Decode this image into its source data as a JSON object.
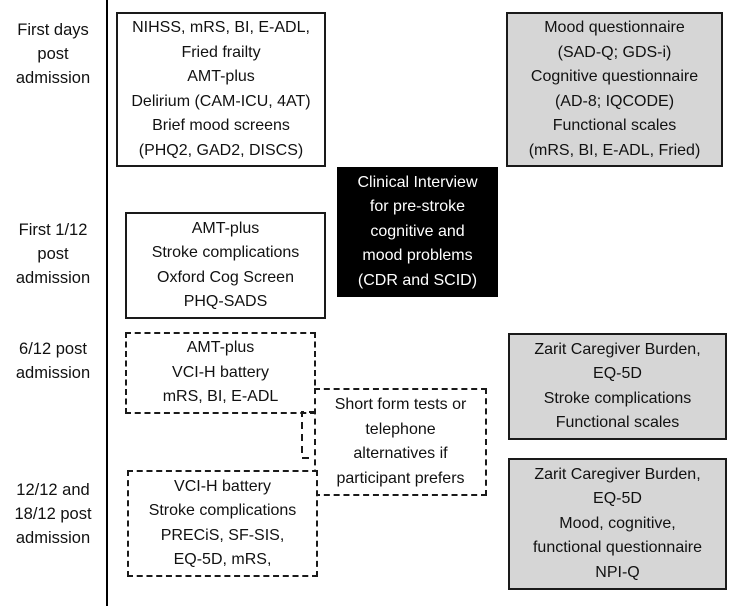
{
  "timepoints": [
    {
      "lines": [
        "First days",
        "post",
        "admission"
      ]
    },
    {
      "lines": [
        "First 1/12",
        "post",
        "admission"
      ]
    },
    {
      "lines": [
        "6/12 post",
        "admission"
      ]
    },
    {
      "lines": [
        "12/12 and",
        "18/12 post",
        "admission"
      ]
    }
  ],
  "boxes": {
    "early_assessments": {
      "lines": [
        "NIHSS, mRS, BI, E-ADL,",
        "Fried frailty",
        "AMT-plus",
        "Delirium (CAM-ICU, 4AT)",
        "Brief mood screens",
        "(PHQ2, GAD2, DISCS)"
      ]
    },
    "informant_questionnaires": {
      "lines": [
        "Mood questionnaire",
        "(SAD-Q; GDS-i)",
        "Cognitive questionnaire",
        "(AD-8; IQCODE)",
        "Functional scales",
        "(mRS, BI, E-ADL, Fried)"
      ]
    },
    "clinical_interview": {
      "lines": [
        "Clinical Interview",
        "for pre-stroke",
        "cognitive and",
        "mood problems",
        "(CDR and SCID)"
      ]
    },
    "one_month_assessments": {
      "lines": [
        "AMT-plus",
        "Stroke complications",
        "Oxford Cog Screen",
        "PHQ-SADS"
      ]
    },
    "six_month_assessments": {
      "lines": [
        "AMT-plus",
        "VCI-H battery",
        "mRS, BI, E-ADL"
      ]
    },
    "short_form_note": {
      "lines": [
        "Short form tests or",
        "telephone",
        "alternatives if",
        "participant prefers"
      ]
    },
    "six_month_carer": {
      "lines": [
        "Zarit Caregiver Burden,",
        "EQ-5D",
        "Stroke complications",
        "Functional scales"
      ]
    },
    "twelve_month_assessments": {
      "lines": [
        "VCI-H battery",
        "Stroke complications",
        "PRECiS, SF-SIS,",
        "EQ-5D, mRS,"
      ]
    },
    "twelve_month_carer": {
      "lines": [
        "Zarit Caregiver Burden,",
        "EQ-5D",
        "Mood, cognitive,",
        "functional questionnaire",
        "NPI-Q"
      ]
    }
  }
}
